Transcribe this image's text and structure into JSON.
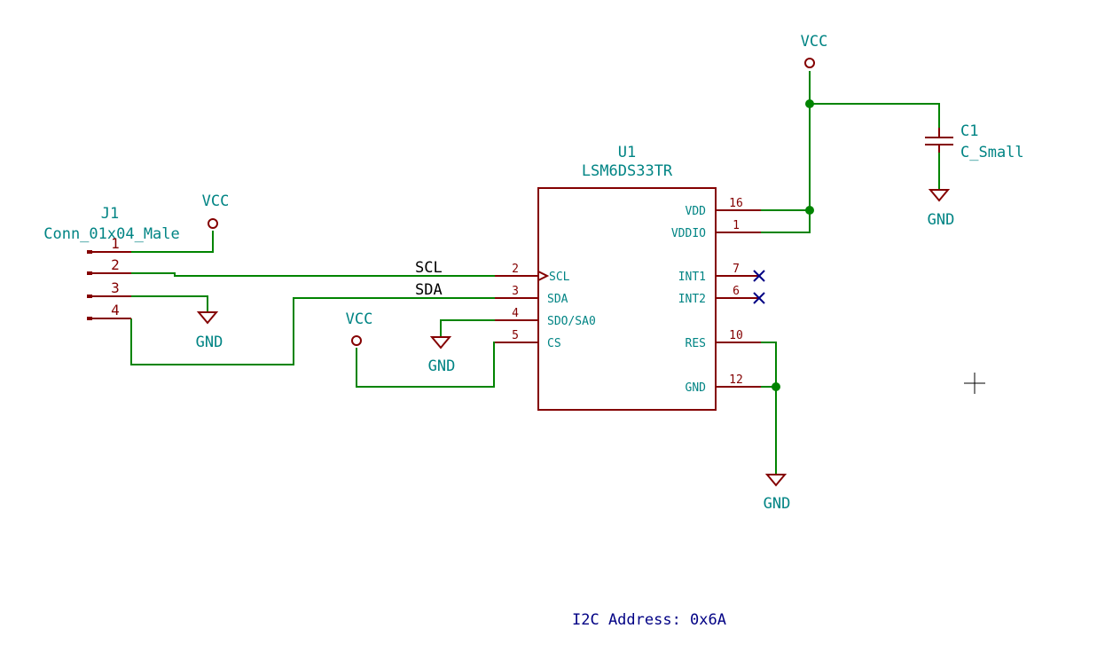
{
  "schematic": {
    "u1": {
      "ref": "U1",
      "value": "LSM6DS33TR",
      "pins": {
        "vdd": {
          "name": "VDD",
          "number": "16"
        },
        "vddio": {
          "name": "VDDIO",
          "number": "1"
        },
        "scl": {
          "name": "SCL",
          "number": "2"
        },
        "sda": {
          "name": "SDA",
          "number": "3"
        },
        "sdo": {
          "name": "SDO/SA0",
          "number": "4"
        },
        "cs": {
          "name": "CS",
          "number": "5"
        },
        "int1": {
          "name": "INT1",
          "number": "7"
        },
        "int2": {
          "name": "INT2",
          "number": "6"
        },
        "res": {
          "name": "RES",
          "number": "10"
        },
        "gnd": {
          "name": "GND",
          "number": "12"
        }
      }
    },
    "j1": {
      "ref": "J1",
      "value": "Conn_01x04_Male",
      "pins": [
        "1",
        "2",
        "3",
        "4"
      ]
    },
    "c1": {
      "ref": "C1",
      "value": "C_Small"
    },
    "power": {
      "vcc": "VCC",
      "gnd": "GND"
    },
    "nets": {
      "scl": "SCL",
      "sda": "SDA"
    },
    "note": "I2C Address: 0x6A"
  },
  "colors": {
    "wire": "#008400",
    "component": "#840000",
    "power_label": "#008484",
    "text_note": "#000084",
    "background": "#ffffff"
  }
}
